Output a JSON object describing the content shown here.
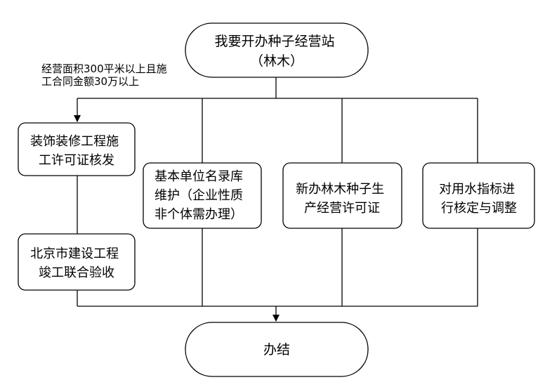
{
  "start": {
    "lines": [
      "我要开办种子经营站",
      "（林木）"
    ]
  },
  "note": {
    "lines": [
      "经营面积300平米以上且施",
      "工合同金额30万以上"
    ]
  },
  "steps": [
    {
      "lines": [
        "装饰装修工程施",
        "工许可证核发"
      ]
    },
    {
      "lines": [
        "基本单位名录库",
        "维护（企业性质",
        "非个体需办理）"
      ]
    },
    {
      "lines": [
        "新办林木种子生",
        "产经营许可证"
      ]
    },
    {
      "lines": [
        "对用水指标进",
        "行核定与调整"
      ]
    },
    {
      "lines": [
        "北京市建设工程",
        "竣工联合验收"
      ]
    }
  ],
  "end": {
    "lines": [
      "办结"
    ]
  }
}
